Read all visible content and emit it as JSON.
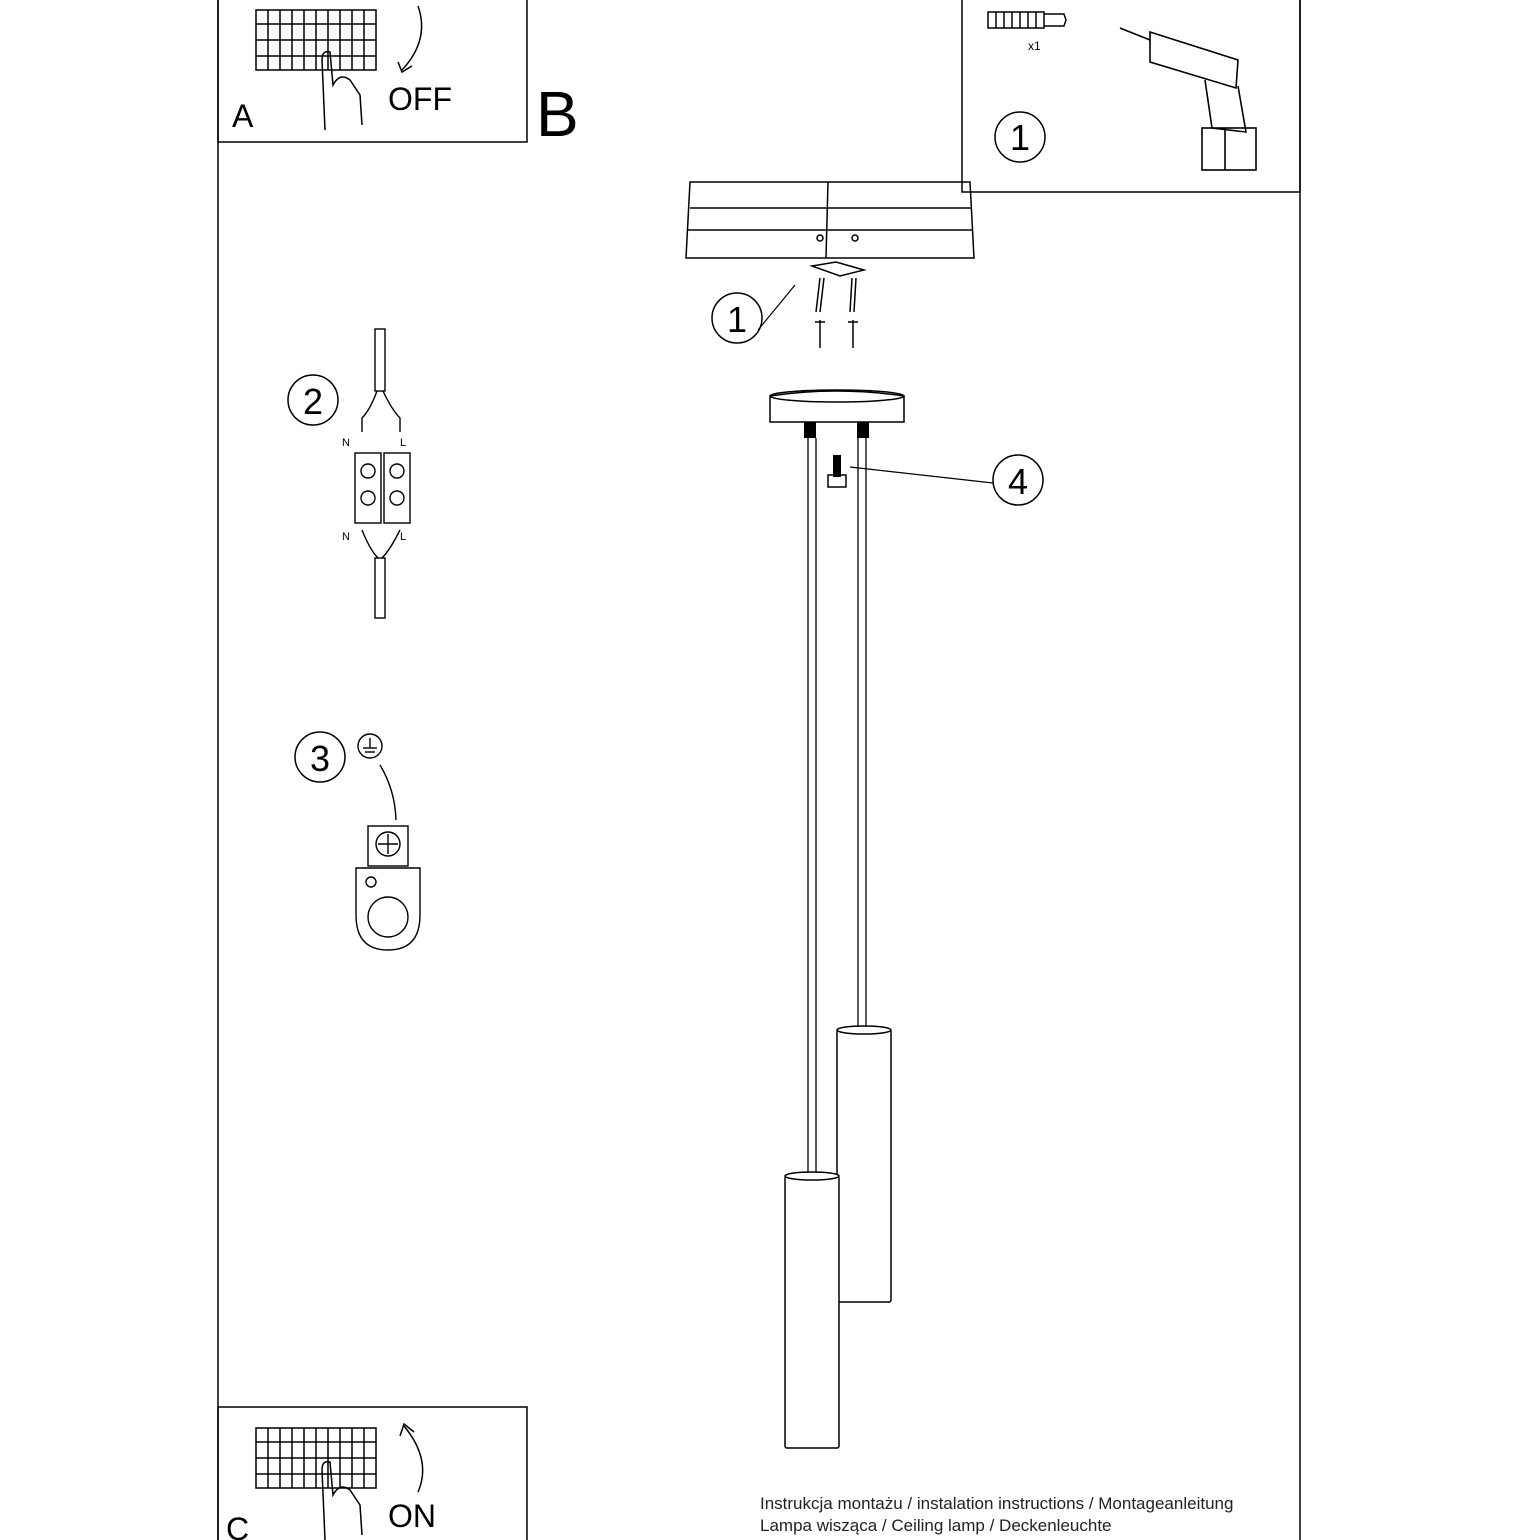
{
  "panels": {
    "a": {
      "letter": "A",
      "switch_label": "OFF"
    },
    "b": {
      "letter": "B"
    },
    "c": {
      "letter": "C",
      "switch_label": "ON"
    }
  },
  "steps": {
    "s1_kit": "1",
    "s1_mount": "1",
    "s2": "2",
    "s3": "3",
    "s4": "4"
  },
  "kit": {
    "quantity": "x1"
  },
  "wiring": {
    "top_left": "N",
    "top_right": "L",
    "bottom_left": "N",
    "bottom_right": "L"
  },
  "caption": {
    "line1": "Instrukcja montażu / instalation instructions / Montageanleitung",
    "line2": "Lampa wisząca / Ceiling lamp / Deckenleuchte"
  }
}
